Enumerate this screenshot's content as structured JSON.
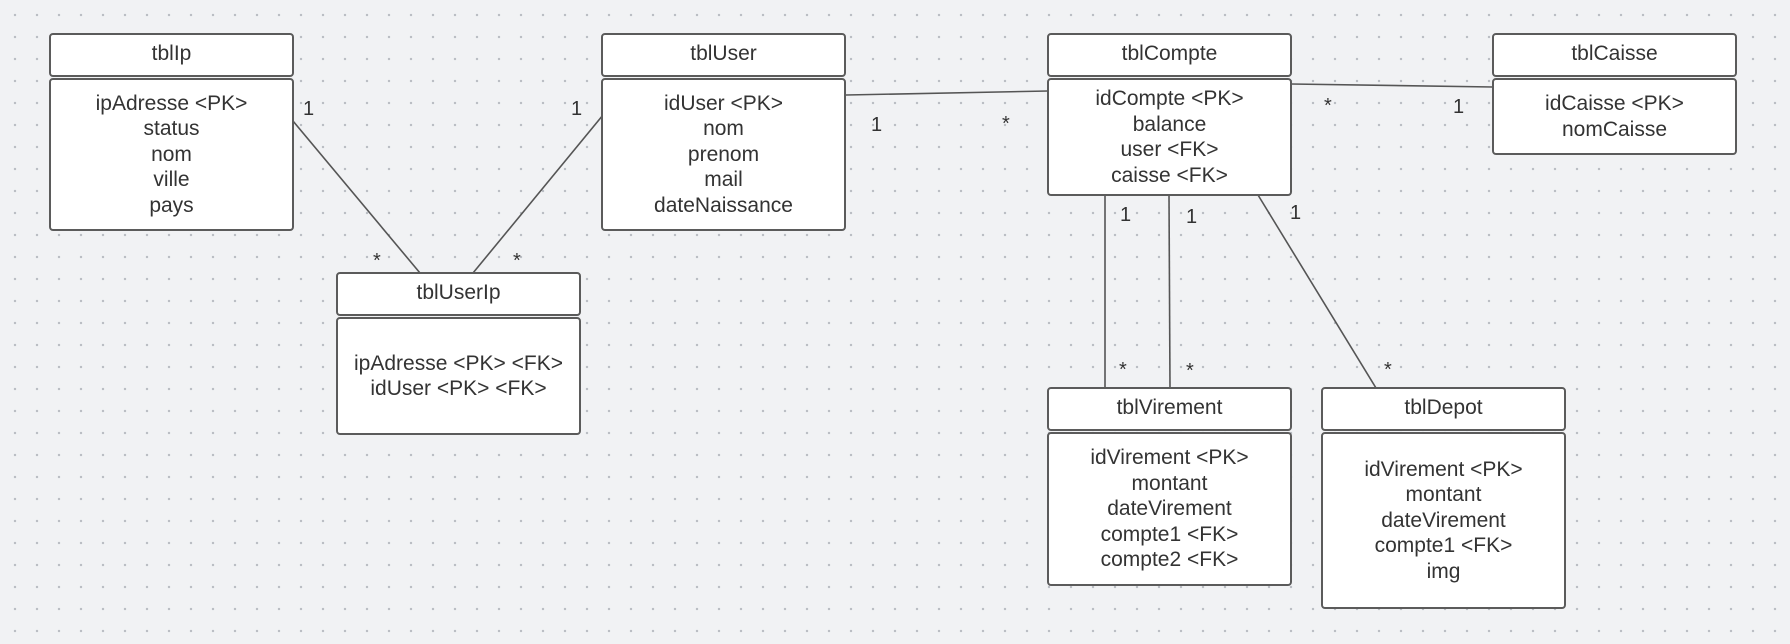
{
  "entities": [
    {
      "id": "tblIp",
      "title": "tblIp",
      "attributes": [
        "ipAdresse <PK>",
        "status",
        "nom",
        "ville",
        "pays"
      ]
    },
    {
      "id": "tblUser",
      "title": "tblUser",
      "attributes": [
        "idUser <PK>",
        "nom",
        "prenom",
        "mail",
        "dateNaissance"
      ]
    },
    {
      "id": "tblCompte",
      "title": "tblCompte",
      "attributes": [
        "idCompte <PK>",
        "balance",
        "user <FK>",
        "caisse <FK>"
      ]
    },
    {
      "id": "tblCaisse",
      "title": "tblCaisse",
      "attributes": [
        "idCaisse <PK>",
        "nomCaisse"
      ]
    },
    {
      "id": "tblUserIp",
      "title": "tblUserIp",
      "attributes": [
        "ipAdresse <PK> <FK>",
        "idUser <PK> <FK>"
      ]
    },
    {
      "id": "tblVirement",
      "title": "tblVirement",
      "attributes": [
        "idVirement <PK>",
        "montant",
        "dateVirement",
        "compte1 <FK>",
        "compte2 <FK>"
      ]
    },
    {
      "id": "tblDepot",
      "title": "tblDepot",
      "attributes": [
        "idVirement <PK>",
        "montant",
        "dateVirement",
        "compte1 <FK>",
        "img"
      ]
    }
  ],
  "relations": [
    {
      "id": "ip-userip",
      "from": "tblIp",
      "to": "tblUserIp",
      "from_mult": "1",
      "to_mult": "*"
    },
    {
      "id": "user-userip",
      "from": "tblUser",
      "to": "tblUserIp",
      "from_mult": "1",
      "to_mult": "*"
    },
    {
      "id": "user-compte",
      "from": "tblUser",
      "to": "tblCompte",
      "from_mult": "1",
      "to_mult": "*"
    },
    {
      "id": "compte-caisse",
      "from": "tblCompte",
      "to": "tblCaisse",
      "from_mult": "*",
      "to_mult": "1"
    },
    {
      "id": "compte-virement-a",
      "from": "tblCompte",
      "to": "tblVirement",
      "from_mult": "1",
      "to_mult": "*"
    },
    {
      "id": "compte-virement-b",
      "from": "tblCompte",
      "to": "tblVirement",
      "from_mult": "1",
      "to_mult": "*"
    },
    {
      "id": "compte-depot",
      "from": "tblCompte",
      "to": "tblDepot",
      "from_mult": "1",
      "to_mult": "*"
    }
  ]
}
